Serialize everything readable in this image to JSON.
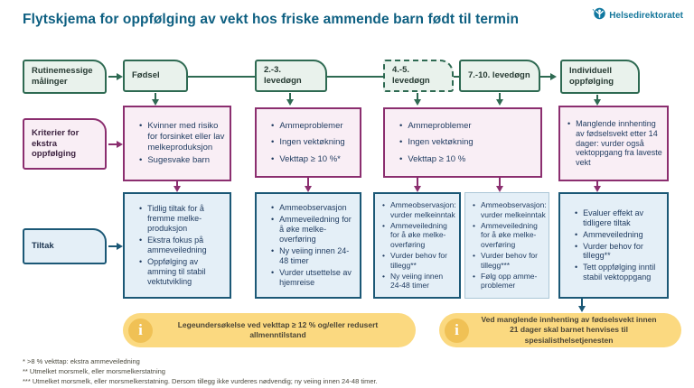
{
  "header": {
    "title": "Flytskjema for oppfølging av vekt hos friske ammende barn født til termin",
    "logo_text": "Helsedirektoratet"
  },
  "colors": {
    "green": "#2e6a52",
    "green_fill": "#e9f2ec",
    "purple": "#8b2e6f",
    "pink_fill": "#f9eef5",
    "navy": "#1b5876",
    "blue_fill": "#e4eff7",
    "callout_yellow": "#fbd980",
    "callout_gold": "#f0c155",
    "title_color": "#0d5f81"
  },
  "timeline": {
    "label": "Rutinemessige målinger",
    "stages": [
      "Fødsel",
      "2.-3. levedøgn",
      "4.-5. levedøgn",
      "7.-10. levedøgn",
      "Individuell oppfølging"
    ]
  },
  "criteria": {
    "label": "Kriterier for ekstra oppfølging",
    "boxes": [
      {
        "items": [
          "Kvinner med risiko for forsinket eller lav melkeproduksjon",
          "Sugesvake barn"
        ]
      },
      {
        "items": [
          "Ammeproblemer",
          "Ingen vektøkning",
          "Vekttap ≥ 10 %*"
        ]
      },
      {
        "items": [
          "Ammeproblemer",
          "Ingen vektøkning",
          "Vekttap ≥ 10 %"
        ]
      },
      {
        "items": [
          "Manglende innhenting av fødselsvekt etter 14 dager: vurder også vektoppgang fra laveste vekt"
        ]
      }
    ]
  },
  "tiltak": {
    "label": "Tiltak",
    "boxes": [
      {
        "items": [
          "Tidlig tiltak for å fremme melke-produksjon",
          "Ekstra fokus på ammeveiledning",
          "Oppfølging av amming til stabil vektutvikling"
        ]
      },
      {
        "items": [
          "Ammeobservasjon",
          "Ammeveiledning for å øke melke-overføring",
          "Ny veiing innen 24-48 timer",
          "Vurder utsettelse av hjemreise"
        ]
      },
      {
        "items": [
          "Ammeobservasjon: vurder melkeinntak",
          "Ammeveiledning for å øke melke-overføring",
          "Vurder behov for tillegg**",
          "Ny veiing innen 24-48 timer"
        ]
      },
      {
        "items": [
          "Ammeobservasjon: vurder melkeinntak",
          "Ammeveiledning for å øke melke-overføring",
          "Vurder behov for tillegg***",
          "Følg opp amme-problemer"
        ]
      },
      {
        "items": [
          "Evaluer effekt av tidligere tiltak",
          "Ammeveiledning",
          "Vurder behov for tillegg**",
          "Tett oppfølging inntil stabil vektoppgang"
        ]
      }
    ]
  },
  "callouts": [
    {
      "text": "Legeundersøkelse ved vekttap ≥ 12 % og/eller redusert allmenntilstand"
    },
    {
      "text": "Ved manglende innhenting av fødselsvekt innen 21 dager skal barnet henvises til spesialisthelsetjenesten"
    }
  ],
  "footnotes": [
    "* >8 % vekttap: ekstra ammeveiledning",
    "** Utmelket morsmelk, eller morsmelkerstatning",
    "*** Utmelket morsmelk, eller morsmelkerstatning. Dersom tillegg ikke vurderes nødvendig; ny veiing innen 24-48 timer."
  ]
}
